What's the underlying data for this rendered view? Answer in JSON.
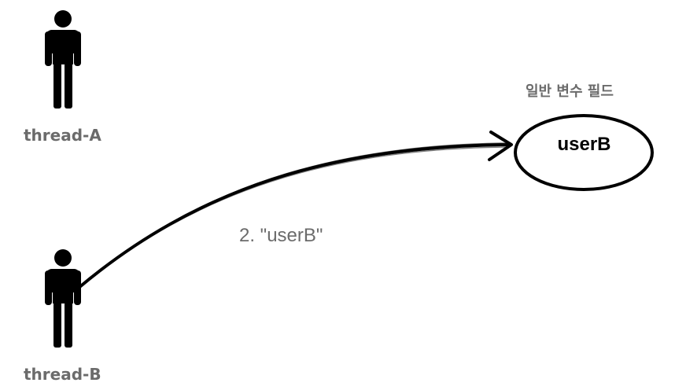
{
  "actors": [
    {
      "label": "thread-A"
    },
    {
      "label": "thread-B"
    }
  ],
  "field": {
    "caption": "일반 변수 필드",
    "value": "userB"
  },
  "edge": {
    "label": "2. \"userB\""
  }
}
